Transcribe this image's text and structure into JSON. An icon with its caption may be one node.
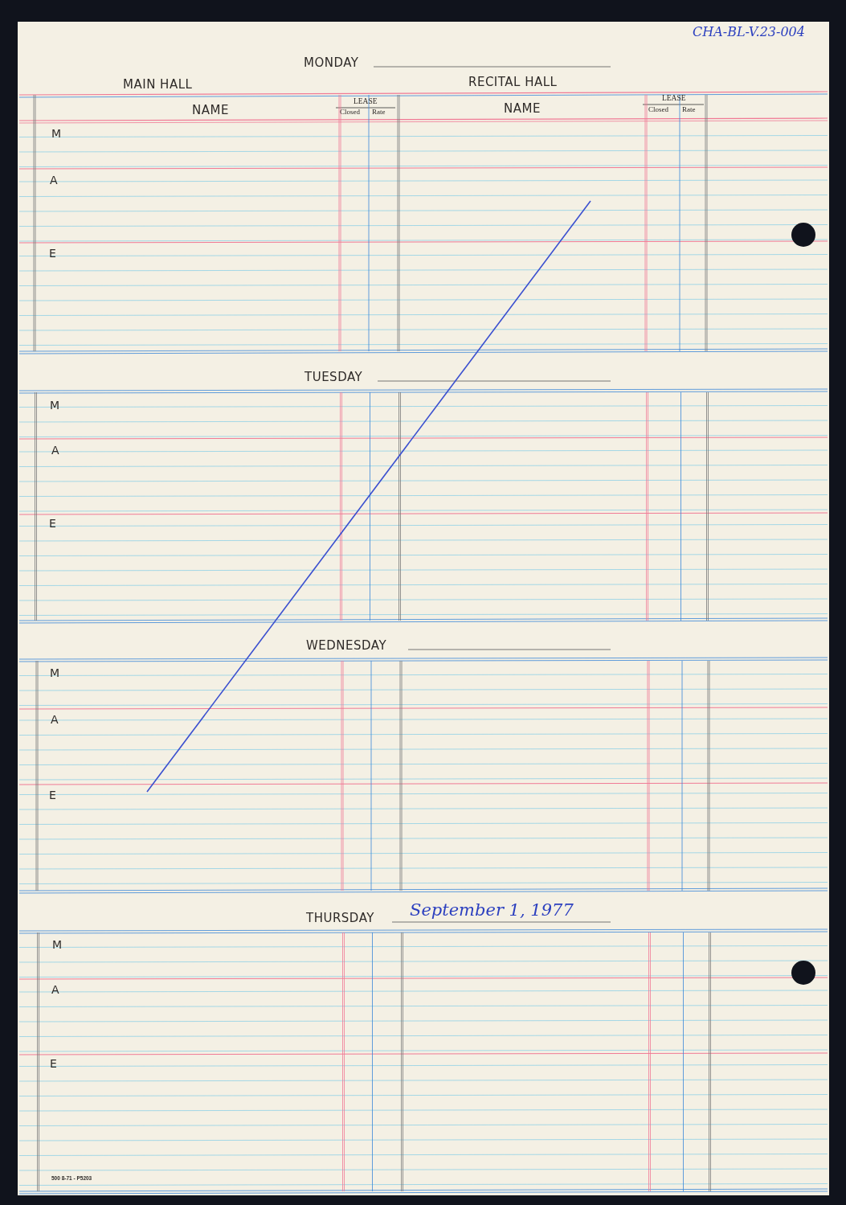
{
  "diagram": {
    "labels": [
      "CHA-BL-V.23-004",
      "MONDAY",
      "MAIN HALL",
      "RECITAL HALL",
      "NAME",
      "LEASE",
      "Closed",
      "Rate",
      "NAME",
      "LEASE",
      "Closed",
      "Rate",
      "M",
      "A",
      "E",
      "TUESDAY",
      "M",
      "A",
      "E",
      "WEDNESDAY",
      "M",
      "A",
      "E",
      "THURSDAY",
      "September 1, 1977",
      "M",
      "A",
      "E",
      "500 8-71 - P5203"
    ]
  }
}
